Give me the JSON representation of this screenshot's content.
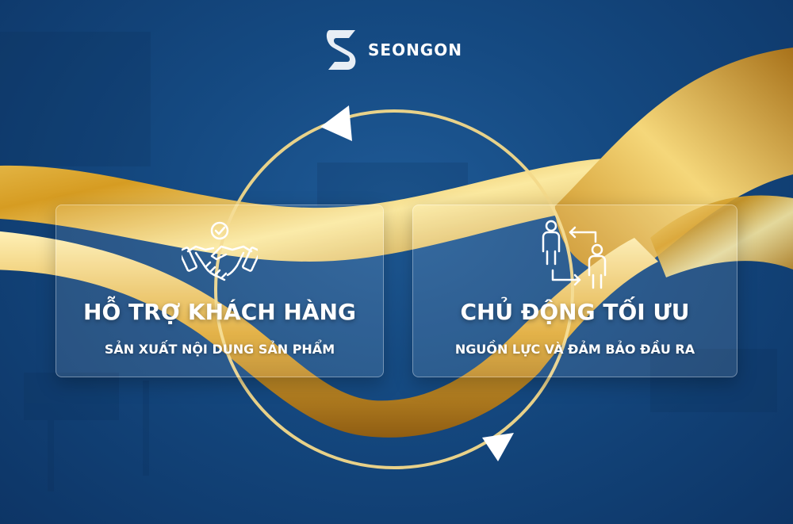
{
  "brand": {
    "name": "SEONGON",
    "logo_icon": "seongon-s-logo"
  },
  "colors": {
    "background": "#154a82",
    "gold": "#d9a52c",
    "white": "#ffffff"
  },
  "cards": [
    {
      "icon": "handshake-check-icon",
      "title": "HỖ TRỢ KHÁCH HÀNG",
      "subtitle": "SẢN XUẤT NỘI DUNG SẢN PHẨM"
    },
    {
      "icon": "people-exchange-icon",
      "title": "CHỦ ĐỘNG TỐI ƯU",
      "subtitle": "NGUỒN LỰC VÀ ĐẢM BẢO ĐẦU RA"
    }
  ]
}
